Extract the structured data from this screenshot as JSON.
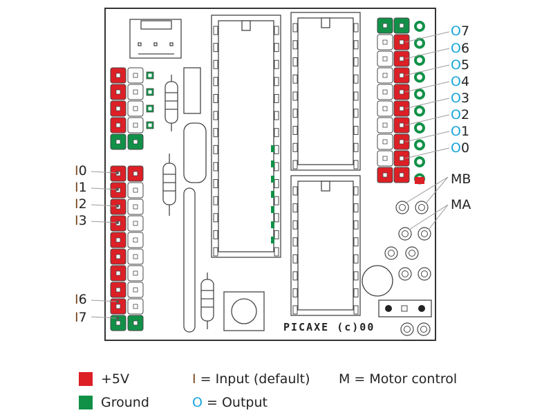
{
  "board": {
    "brand_text": "PICAXE (c)00"
  },
  "labels": {
    "inputs": [
      {
        "prefix": "I",
        "num": "0"
      },
      {
        "prefix": "I",
        "num": "1"
      },
      {
        "prefix": "I",
        "num": "2"
      },
      {
        "prefix": "I",
        "num": "3"
      },
      {
        "prefix": "I",
        "num": "6"
      },
      {
        "prefix": "I",
        "num": "7"
      }
    ],
    "outputs": [
      {
        "prefix": "O",
        "num": "7"
      },
      {
        "prefix": "O",
        "num": "6"
      },
      {
        "prefix": "O",
        "num": "5"
      },
      {
        "prefix": "O",
        "num": "4"
      },
      {
        "prefix": "O",
        "num": "3"
      },
      {
        "prefix": "O",
        "num": "2"
      },
      {
        "prefix": "O",
        "num": "1"
      },
      {
        "prefix": "O",
        "num": "0"
      }
    ],
    "motor": [
      "MB",
      "MA"
    ]
  },
  "legend": {
    "power": "+5V",
    "ground": "Ground",
    "input_prefix": "I",
    "input_text": " = Input (default)",
    "output_prefix": "O",
    "output_text": " = Output",
    "motor_text": "M = Motor control"
  },
  "colors": {
    "power": "#dd1f26",
    "ground": "#119148",
    "input": "#7a4a22",
    "output": "#1aa6dd"
  }
}
